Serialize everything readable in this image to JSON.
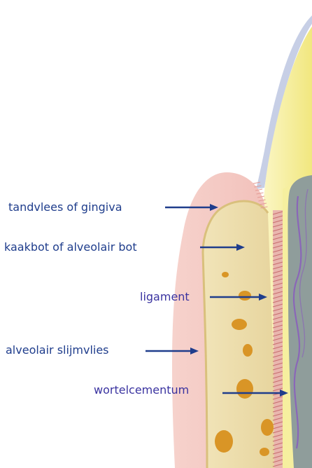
{
  "colors": {
    "label_text": "#1f3d8c",
    "label_text_highlight": "#3a33a0",
    "arrow": "#1f3d8c",
    "gingiva": "#f3c3bd",
    "gingiva_dark": "#e7a6a1",
    "bone": "#ecdcaa",
    "bone_dark": "#d9c07c",
    "bone_spots": "#d99526",
    "crown": "#f5efa1",
    "enamel_edge": "#c7cfe6",
    "pulp": "#8f9d9b",
    "nerve": "#8a66b8",
    "ligament_line": "#c86e6e"
  },
  "labels": [
    {
      "id": "gingiva",
      "text": "tandvlees of gingiva",
      "icon": "arrow-right-icon"
    },
    {
      "id": "bone",
      "text": "kaakbot of alveolair bot",
      "icon": "arrow-right-icon"
    },
    {
      "id": "ligament",
      "text": "ligament",
      "icon": "arrow-right-icon"
    },
    {
      "id": "mucosa",
      "text": "alveolair slijmvlies",
      "icon": "arrow-right-icon"
    },
    {
      "id": "cementum",
      "text": "wortelcementum",
      "icon": "arrow-right-icon"
    }
  ]
}
